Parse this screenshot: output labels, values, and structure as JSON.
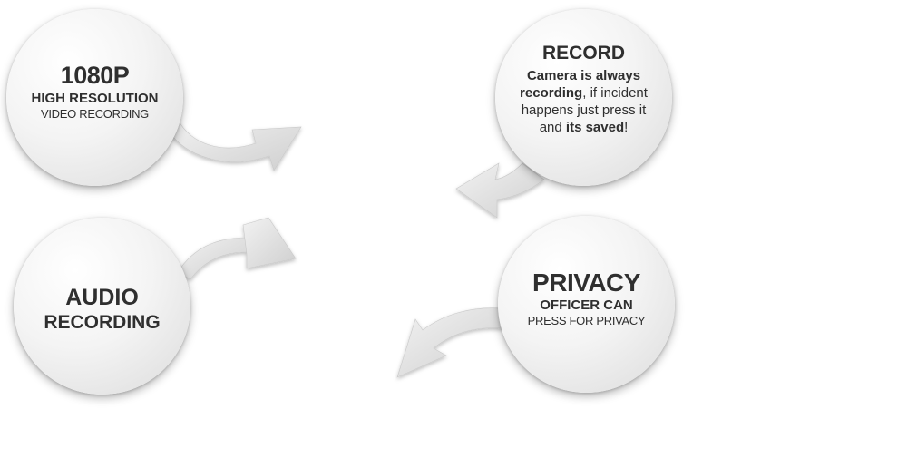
{
  "features": {
    "resolution": {
      "headline": "1080P",
      "subhead": "HIGH RESOLUTION",
      "detail": "VIDEO RECORDING"
    },
    "audio": {
      "line1": "AUDIO",
      "line2": "RECORDING"
    },
    "record": {
      "title": "RECORD",
      "desc_part1_bold": "Camera is always recording",
      "desc_part2": ", if incident happens just press it and ",
      "desc_part3_bold": "its saved",
      "desc_part4": "!"
    },
    "privacy": {
      "headline": "PRIVACY",
      "subhead": "OFFICER CAN",
      "detail": "PRESS FOR PRIVACY"
    }
  },
  "colors": {
    "bubble_light": "#f4f4f4",
    "arrow_gray": "#dcdcdc",
    "text": "#2f2f2f"
  }
}
